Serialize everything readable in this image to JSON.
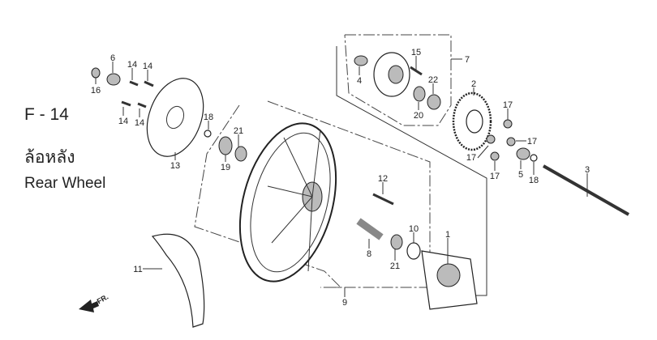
{
  "diagram": {
    "code": "F - 14",
    "title_thai": "ล้อหลัง",
    "title_english": "Rear Wheel",
    "direction_marker": "FR.",
    "callouts": [
      "6",
      "14",
      "14",
      "16",
      "14",
      "14",
      "18",
      "21",
      "13",
      "19",
      "4",
      "15",
      "7",
      "22",
      "20",
      "2",
      "17",
      "17",
      "17",
      "17",
      "5",
      "18",
      "3",
      "12",
      "10",
      "1",
      "8",
      "21",
      "11",
      "9"
    ]
  }
}
